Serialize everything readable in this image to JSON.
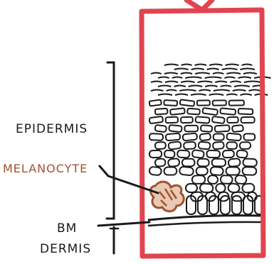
{
  "labels": {
    "epidermis": "EPIDERMIS",
    "melanocyte": "MELANOCYTE",
    "bm": "BM",
    "dermis": "DERMIS"
  },
  "colors": {
    "frame": "#e0454f",
    "ink": "#1a1a1a",
    "melanocyte": "#a0522d",
    "melanocyte_fill": "#e8c9b4"
  }
}
